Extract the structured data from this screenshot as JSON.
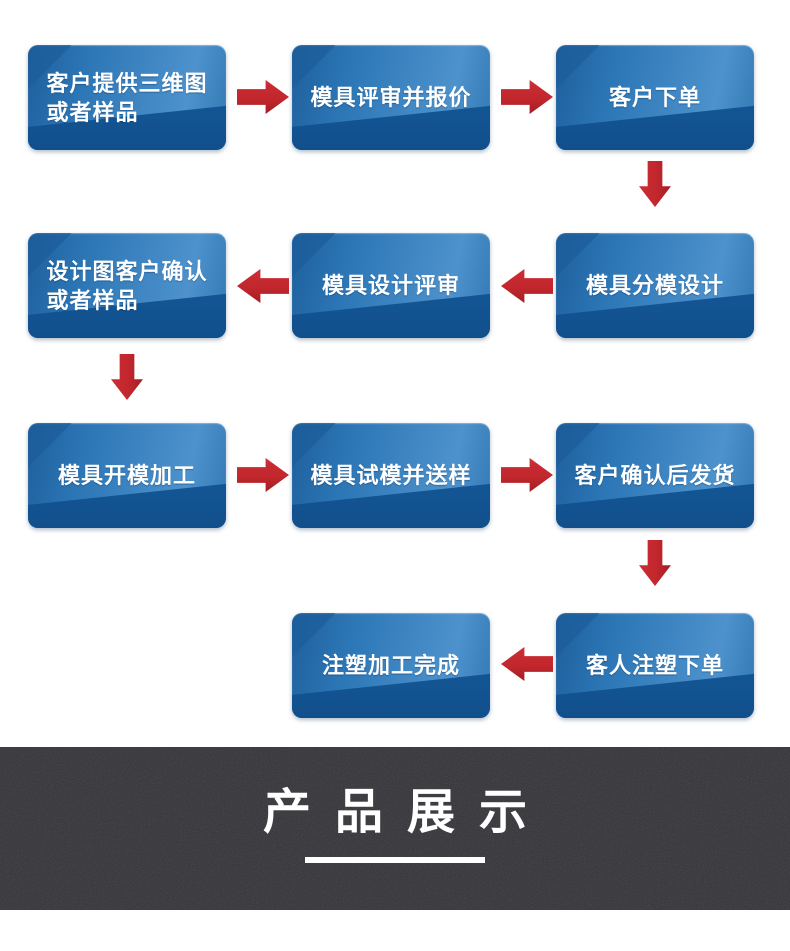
{
  "colors": {
    "box_blue_mid": "#2d77b7",
    "box_blue_light": "#4d92cc",
    "box_blue_dark": "#114f8c",
    "arrow_red": "#c1272d",
    "banner_background": "#333338",
    "text_white": "#ffffff",
    "page_background": "#ffffff"
  },
  "flow": {
    "steps": [
      {
        "label": "客户提供三维图\n或者样品"
      },
      {
        "label": "模具评审并报价"
      },
      {
        "label": "客户下单"
      },
      {
        "label": "模具分模设计"
      },
      {
        "label": "模具设计评审"
      },
      {
        "label": "设计图客户确认\n或者样品"
      },
      {
        "label": "模具开模加工"
      },
      {
        "label": "模具试模并送样"
      },
      {
        "label": "客户确认后发货"
      },
      {
        "label": "客人注塑下单"
      },
      {
        "label": "注塑加工完成"
      }
    ],
    "arrows": [
      {
        "direction": "right"
      },
      {
        "direction": "right"
      },
      {
        "direction": "down"
      },
      {
        "direction": "left"
      },
      {
        "direction": "left"
      },
      {
        "direction": "down"
      },
      {
        "direction": "right"
      },
      {
        "direction": "right"
      },
      {
        "direction": "down"
      },
      {
        "direction": "left"
      }
    ]
  },
  "banner": {
    "title": "产品展示"
  }
}
